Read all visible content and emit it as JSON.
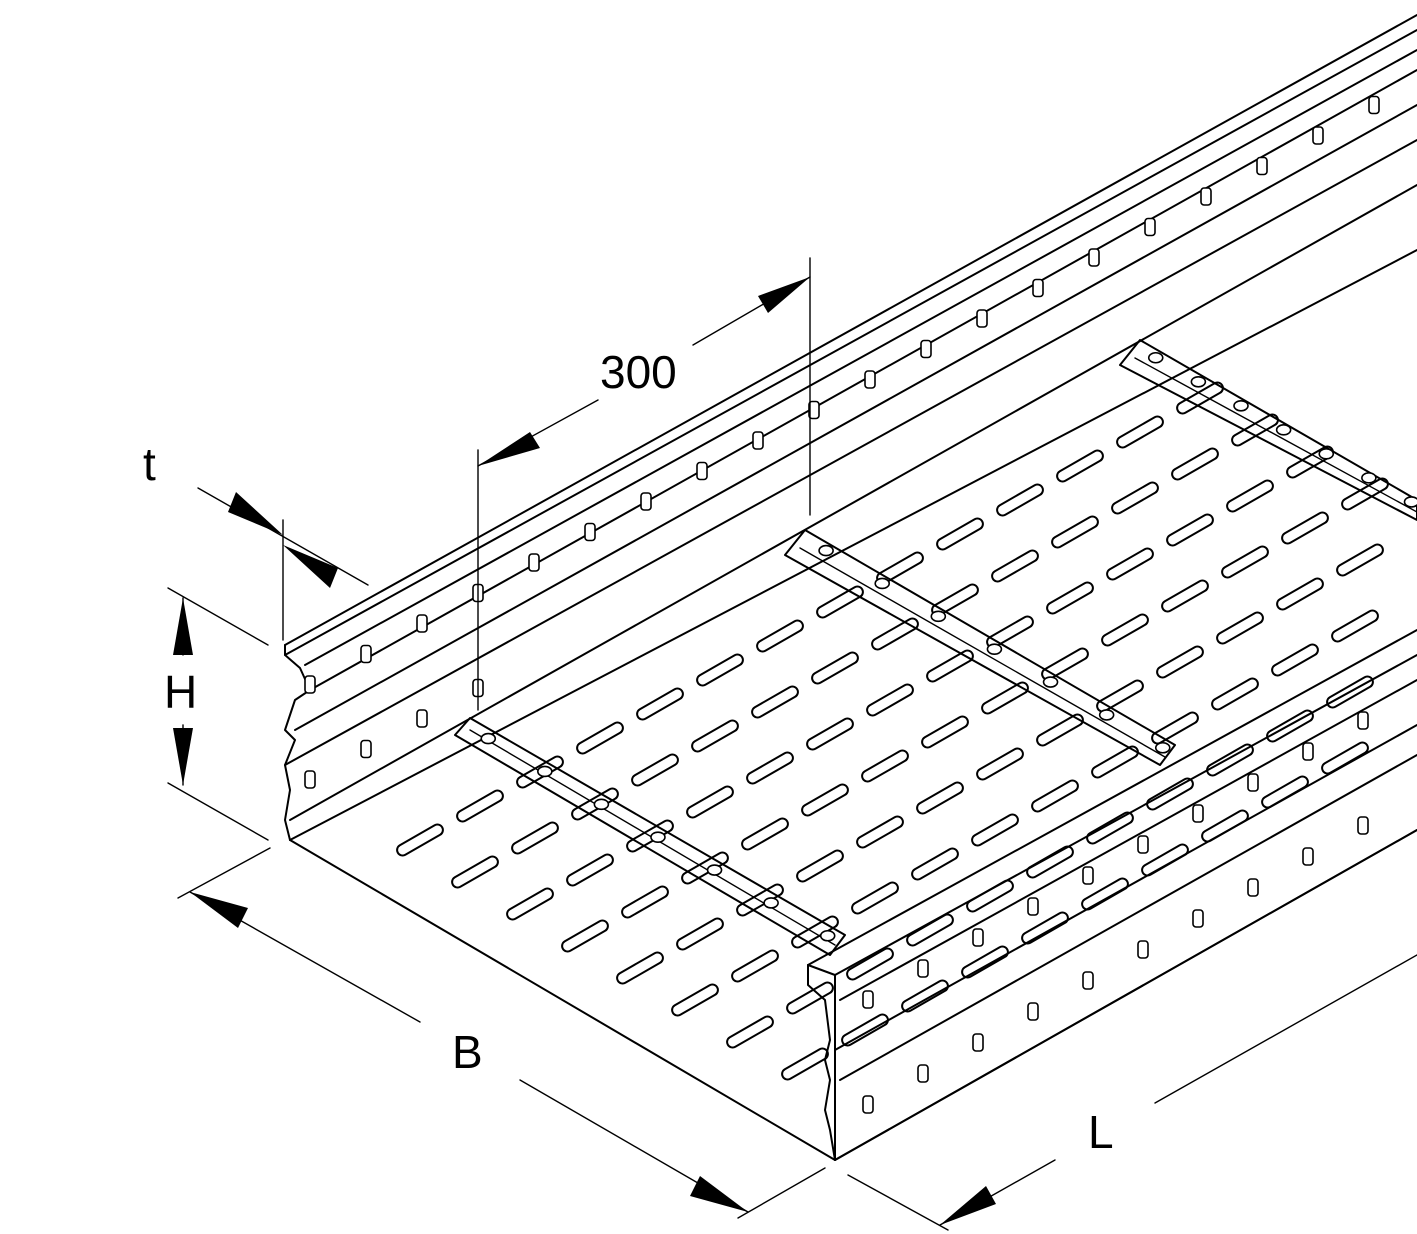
{
  "drawing": {
    "labels": {
      "length_step": "300",
      "thickness": "t",
      "height": "H",
      "width": "B",
      "length": "L"
    }
  }
}
